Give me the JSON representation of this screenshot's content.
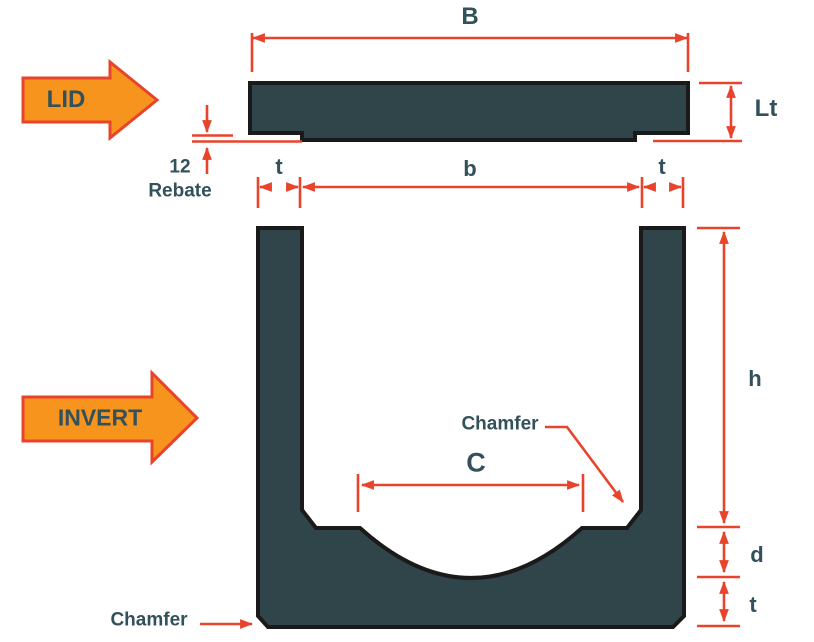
{
  "colors": {
    "dim": "#E8432B",
    "shape-fill": "#2F454A",
    "shape-stroke": "#1A1A1A",
    "arrow-fill": "#F7941E",
    "arrow-stroke": "#E8432B",
    "label": "#33515A",
    "background": "#FFFFFF"
  },
  "lid_section": {
    "arrow_label": "LID",
    "dims": {
      "overall_width": "B",
      "lid_thickness": "Lt",
      "rebate_value": "12",
      "rebate_label": "Rebate"
    }
  },
  "invert_section": {
    "arrow_label": "INVERT",
    "dims": {
      "wall_left": "t",
      "internal_width": "b",
      "wall_right": "t",
      "internal_height": "h",
      "invert_width": "C",
      "invert_depth": "d",
      "base_thickness": "t"
    },
    "annotations": {
      "chamfer_inner": "Chamfer",
      "chamfer_outer": "Chamfer"
    }
  }
}
